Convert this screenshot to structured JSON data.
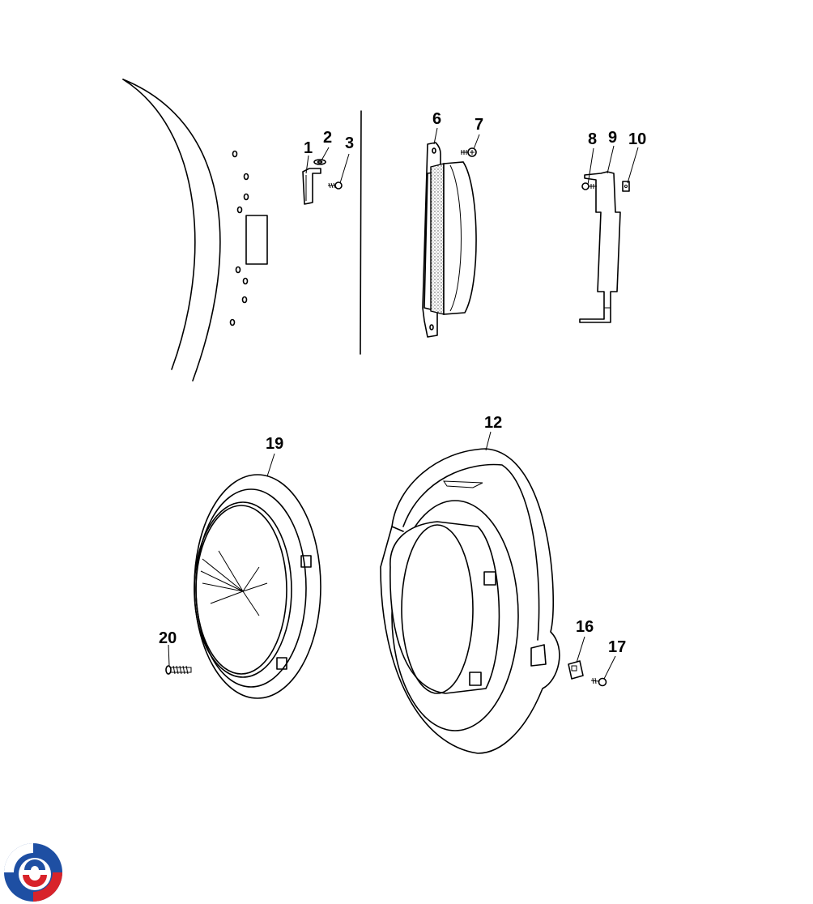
{
  "parts": {
    "p1": "1",
    "p2": "2",
    "p3": "3",
    "p6": "6",
    "p7": "7",
    "p8": "8",
    "p9": "9",
    "p10": "10",
    "p12": "12",
    "p16": "16",
    "p17": "17",
    "p19": "19",
    "p20": "20"
  },
  "colors": {
    "line": "#000000",
    "logo_red": "#d8232a",
    "logo_blue": "#1e4fa3"
  },
  "logo": {
    "icon": "swirl-logo-icon"
  }
}
